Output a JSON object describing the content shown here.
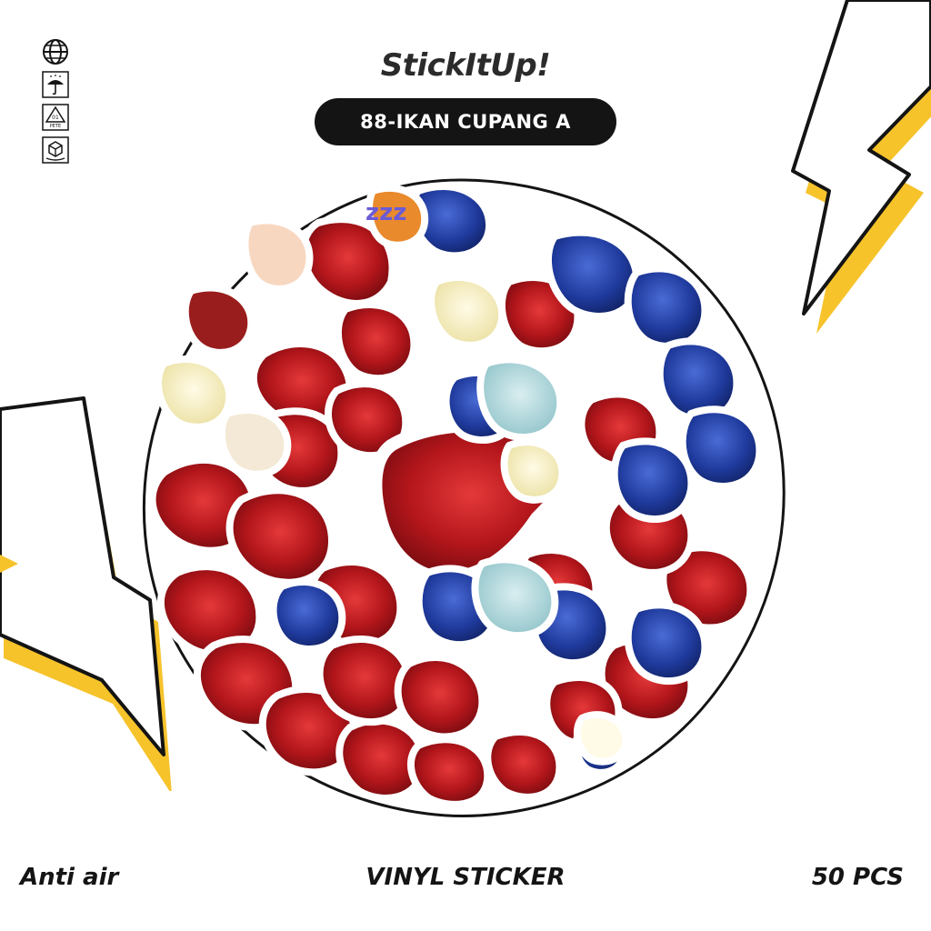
{
  "brand": "StickItUp!",
  "product_title": "88-IKAN CUPANG A",
  "footer": {
    "left": "Anti air",
    "center": "VINYL STICKER",
    "right": "50 PCS"
  },
  "side_icons": [
    "globe-icon",
    "umbrella-rain-icon",
    "pete-recycle-icon",
    "fragile-box-icon"
  ],
  "pete_icon_text": {
    "number": "01",
    "label": "PETE"
  },
  "sticker_art_text": "zzz",
  "colors": {
    "accent_yellow": "#f6c32b",
    "outline": "#141414",
    "fish_red": "#b3161b",
    "fish_blue": "#1f3a9c",
    "pill_bg": "#141414"
  }
}
